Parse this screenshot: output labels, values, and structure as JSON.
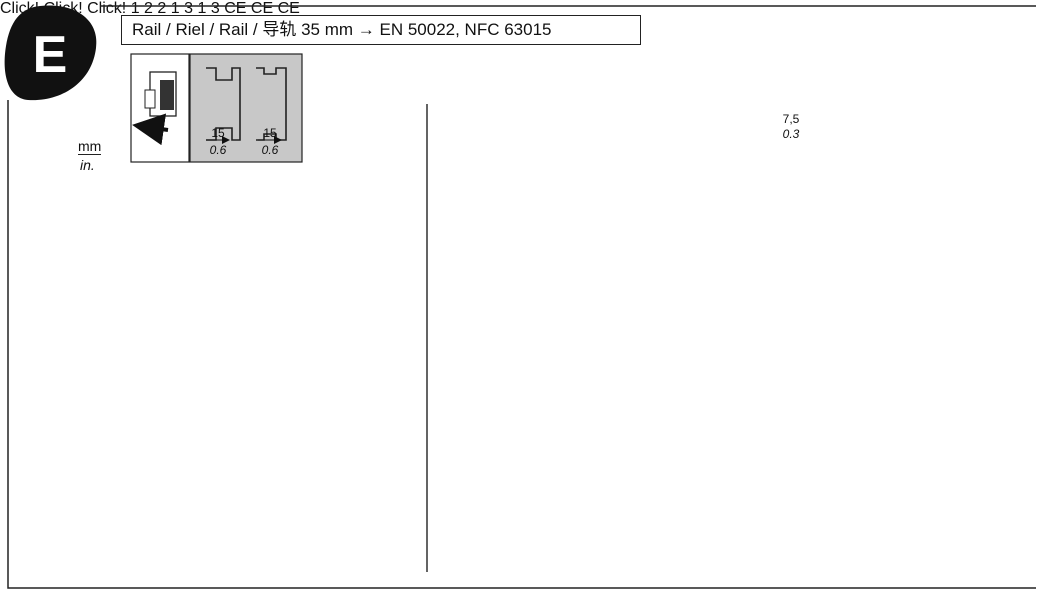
{
  "section_letter": "E",
  "title": "Rail / Riel / Rail / 导轨 35 mm → EN 50022, NFC 63015",
  "units": {
    "primary": "mm",
    "secondary": "in."
  },
  "rail_profiles": [
    {
      "mm": "15",
      "in": "0.6"
    },
    {
      "mm": "15",
      "in": "0.6"
    },
    {
      "mm": "7,5",
      "in": "0.3"
    }
  ],
  "click_label": "Click!",
  "steps": {
    "mount_press": "1",
    "mount_rotate": "2",
    "remove_lever": "1",
    "remove_tilt": "2",
    "remove_push": "3",
    "detail_left": "1",
    "detail_right": "3"
  },
  "colors": {
    "ink": "#111111",
    "panel_gray": "#c8c8c8",
    "paper": "#ffffff"
  }
}
